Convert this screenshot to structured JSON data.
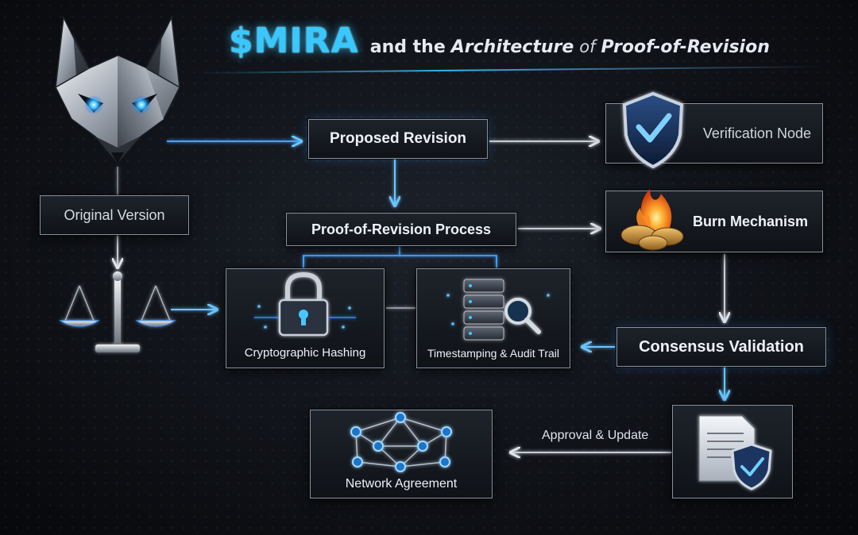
{
  "title": {
    "brand": "$MIRA",
    "part1": "and the",
    "part2": "Architecture",
    "part3": "of",
    "part4": "Proof-of-Revision"
  },
  "nodes": {
    "original_version": "Original Version",
    "proposed_revision": "Proposed Revision",
    "verification_node": "Verification Node",
    "proof_process": "Proof-of-Revision Process",
    "burn_mechanism": "Burn Mechanism",
    "cryptographic_hashing": "Cryptographic Hashing",
    "timestamping": "Timestamping & Audit Trail",
    "consensus_validation": "Consensus Validation",
    "approval_update": "Approval & Update",
    "network_agreement": "Network Agreement"
  },
  "icons": {
    "logo": "fox-head-logo-icon",
    "scales": "balance-scales-icon",
    "lock": "padlock-icon",
    "server": "server-magnifier-icon",
    "shield": "shield-checkmark-icon",
    "fire": "fire-coins-icon",
    "document": "document-shield-icon",
    "network": "network-graph-icon"
  },
  "colors": {
    "accent": "#38c8ff",
    "box_border": "#8a929e",
    "text": "#eef1f5",
    "background": "#0b0d12"
  }
}
